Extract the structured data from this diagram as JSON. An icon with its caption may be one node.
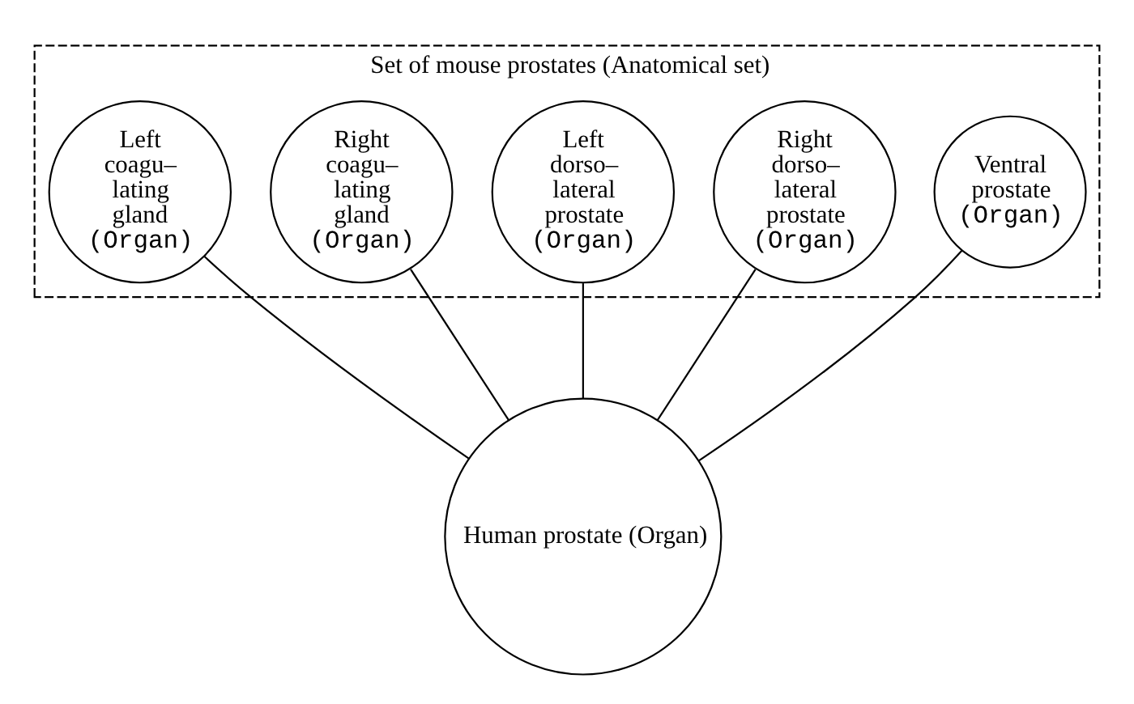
{
  "diagram": {
    "nodes": [
      {
        "text": [
          "Set of mouse prostates (Anatomical set)"
        ]
      },
      {
        "text": [
          "Ventral prostate",
          "(Organ)"
        ],
        "in": 0
      },
      {
        "text": [
          "Right dorso– lateral prostate",
          "(Organ)"
        ],
        "in": 0
      },
      {
        "text": [
          "Left dorso– lateral prostate",
          "(Organ)"
        ],
        "in": 0
      },
      {
        "text": [
          "Right coagu– lating gland",
          "(Organ)"
        ],
        "in": 0
      },
      {
        "text": [
          "Left coagu– lating gland",
          "(Organ)"
        ],
        "in": 0
      },
      {
        "text": [
          "Human prostate (Organ)"
        ]
      }
    ],
    "edges": [
      {
        "from": 1,
        "to": 6,
        "arrow": "none"
      },
      {
        "from": 2,
        "to": 6,
        "arrow": "none"
      },
      {
        "from": 3,
        "to": 6,
        "arrow": "none"
      },
      {
        "from": 4,
        "to": 6,
        "arrow": "none"
      },
      {
        "from": 5,
        "to": 6,
        "arrow": "none"
      }
    ]
  }
}
